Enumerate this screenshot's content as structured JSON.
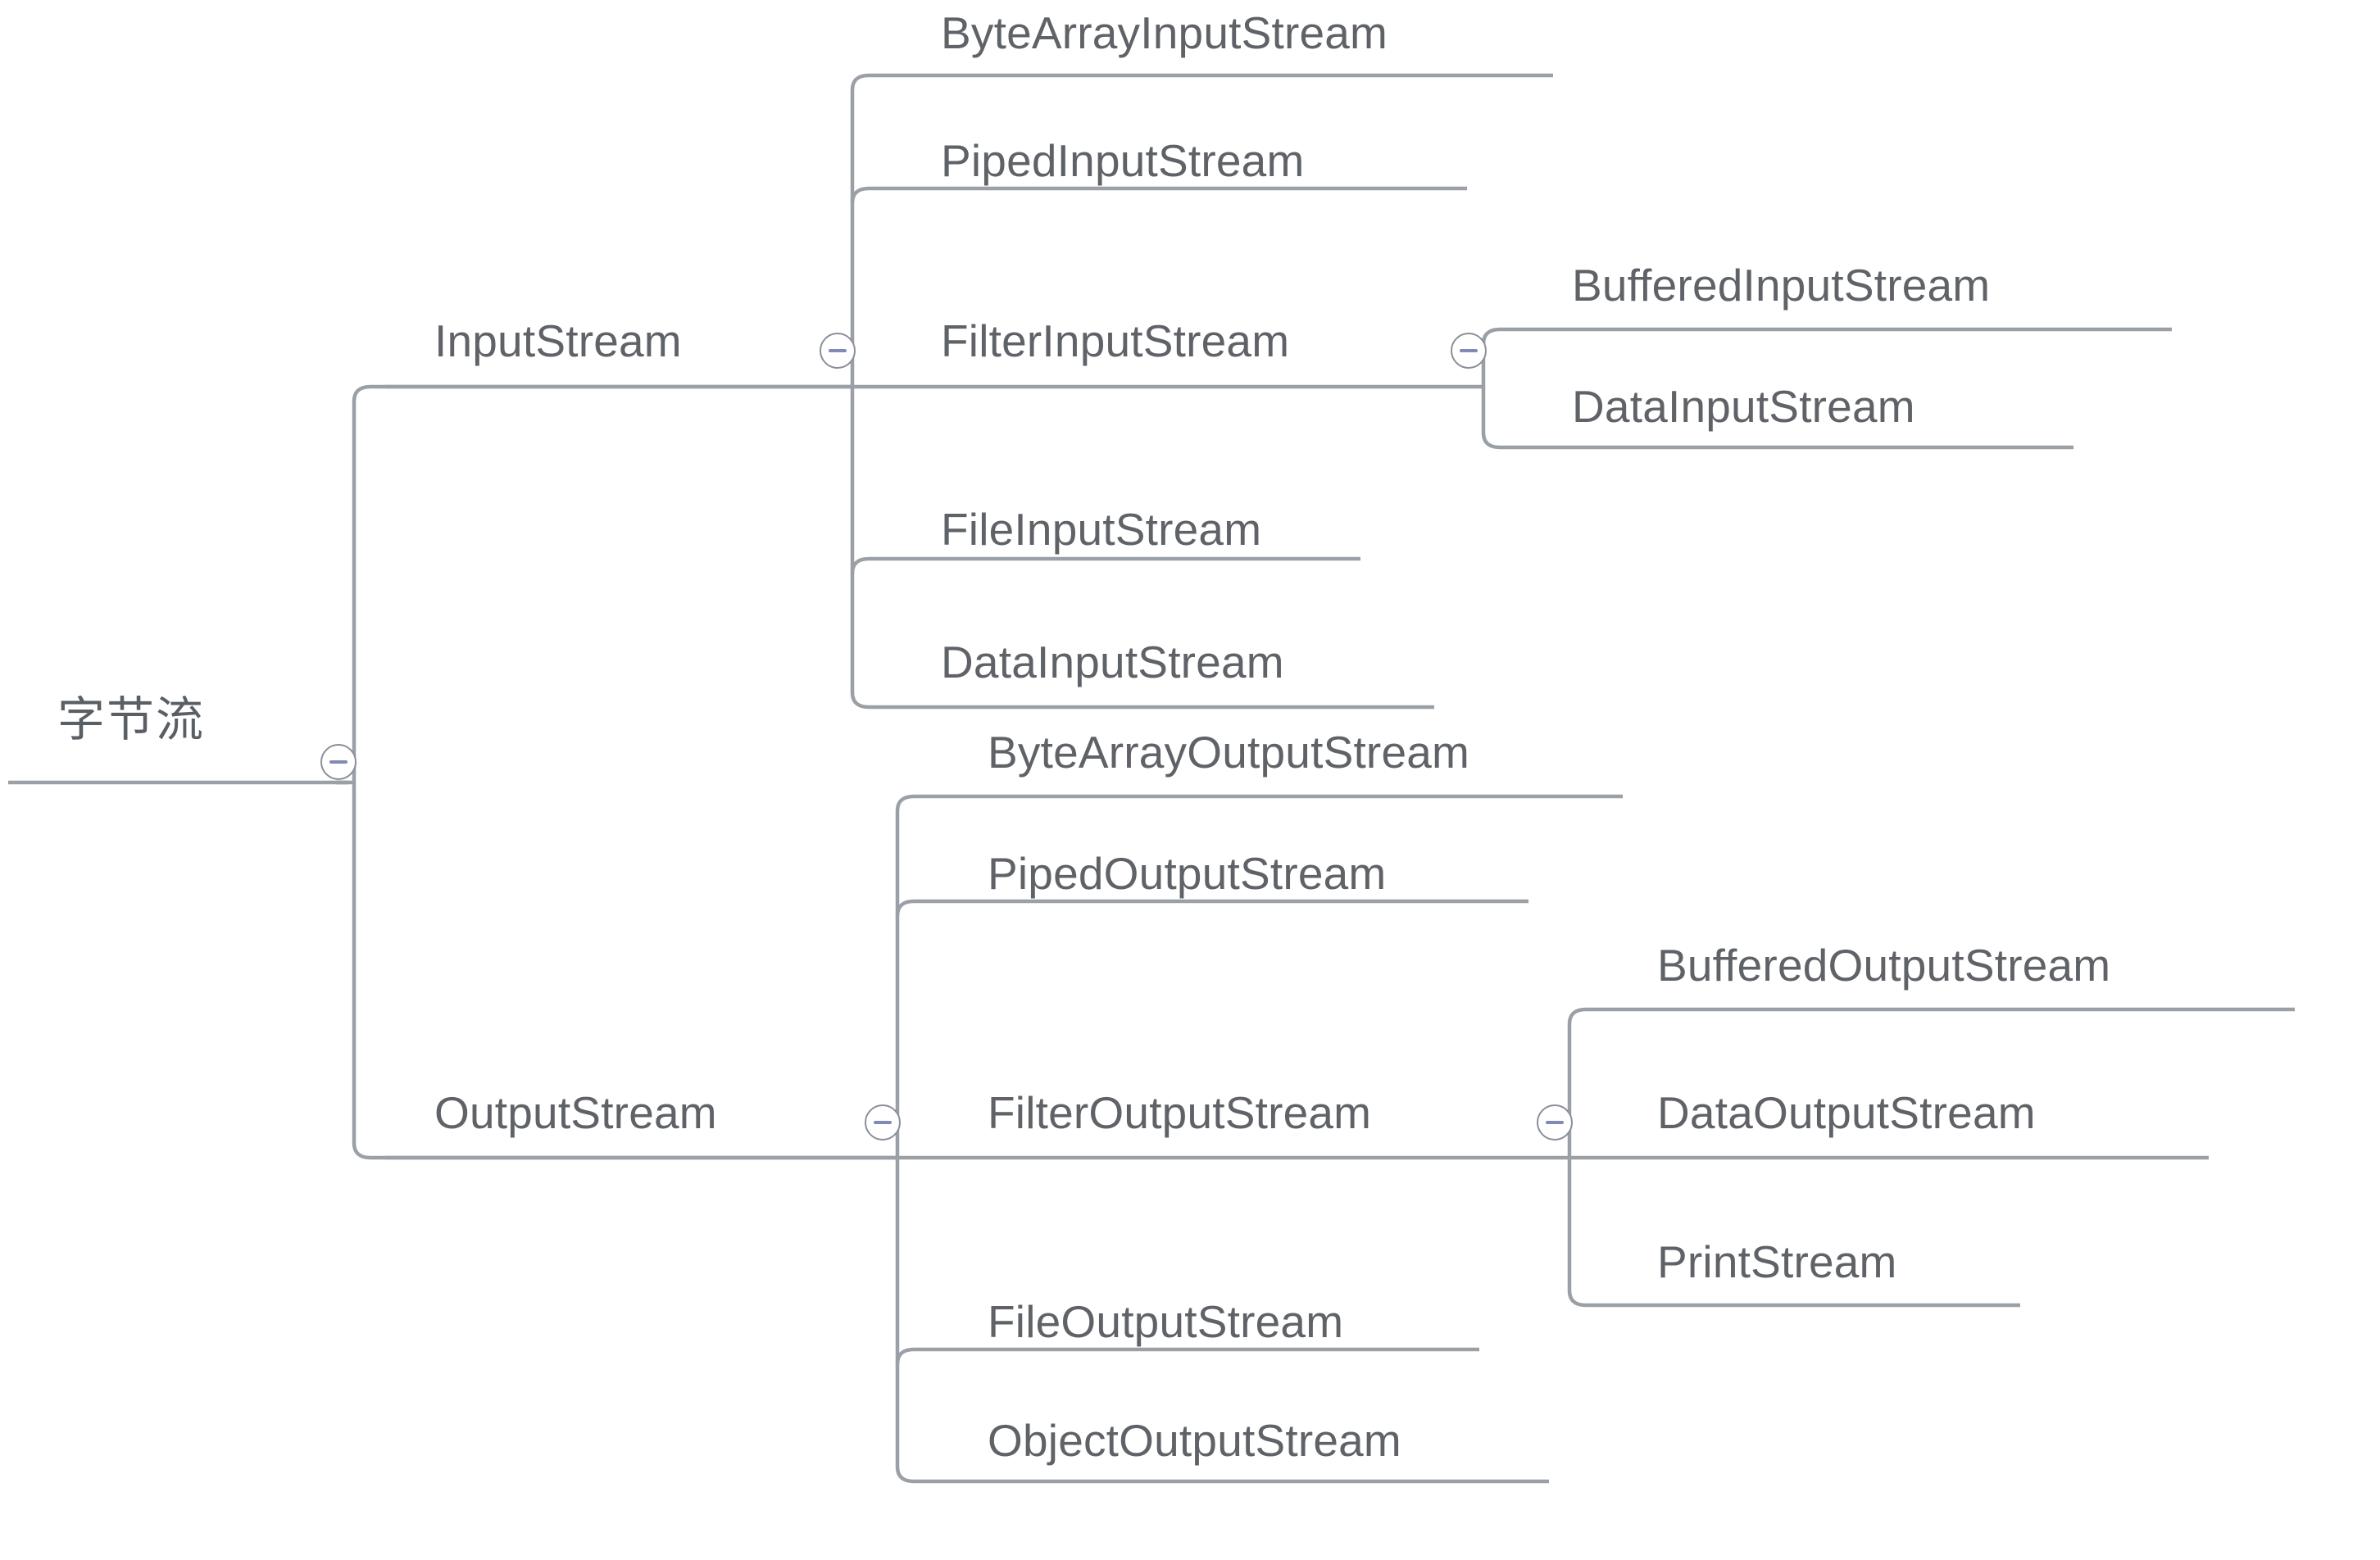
{
  "diagram": {
    "type": "mind-map",
    "title": "字节流",
    "orientation": "left-to-right",
    "colors": {
      "line": "#9aa0a6",
      "text": "#5f6368",
      "toggle_ring": "#8a8f98",
      "toggle_dash": "#7f8ab5",
      "background": "#ffffff"
    }
  },
  "nodes": {
    "root": {
      "label": "字节流",
      "toggle": "collapse-toggle-minus"
    },
    "input_stream": {
      "label": "InputStream",
      "toggle": "collapse-toggle-minus"
    },
    "output_stream": {
      "label": "OutputStream",
      "toggle": "collapse-toggle-minus"
    },
    "filter_input_stream": {
      "label": "FilterInputStream",
      "toggle": "collapse-toggle-minus"
    },
    "filter_output_stream": {
      "label": "FilterOutputStream",
      "toggle": "collapse-toggle-minus"
    },
    "byte_array_input_stream": {
      "label": "ByteArrayInputStream"
    },
    "piped_input_stream": {
      "label": "PipedInputStream"
    },
    "file_input_stream": {
      "label": "FileInputStream"
    },
    "data_input_stream": {
      "label": "DataInputStream"
    },
    "buffered_input_stream": {
      "label": "BufferedInputStream"
    },
    "data_input_stream_child": {
      "label": "DataInputStream"
    },
    "byte_array_output_stream": {
      "label": "ByteArrayOutputStream"
    },
    "piped_output_stream": {
      "label": "PipedOutputStream"
    },
    "file_output_stream": {
      "label": "FileOutputStream"
    },
    "object_output_stream": {
      "label": "ObjectOutputStream"
    },
    "buffered_output_stream": {
      "label": "BufferedOutputStream"
    },
    "data_output_stream": {
      "label": "DataOutputStream"
    },
    "print_stream": {
      "label": "PrintStream"
    }
  },
  "tree": {
    "label": "字节流",
    "children": [
      {
        "label": "InputStream",
        "children": [
          {
            "label": "ByteArrayInputStream"
          },
          {
            "label": "PipedInputStream"
          },
          {
            "label": "FilterInputStream",
            "children": [
              {
                "label": "BufferedInputStream"
              },
              {
                "label": "DataInputStream"
              }
            ]
          },
          {
            "label": "FileInputStream"
          },
          {
            "label": "DataInputStream"
          }
        ]
      },
      {
        "label": "OutputStream",
        "children": [
          {
            "label": "ByteArrayOutputStream"
          },
          {
            "label": "PipedOutputStream"
          },
          {
            "label": "FilterOutputStream",
            "children": [
              {
                "label": "BufferedOutputStream"
              },
              {
                "label": "DataOutputStream"
              },
              {
                "label": "PrintStream"
              }
            ]
          },
          {
            "label": "FileOutputStream"
          },
          {
            "label": "ObjectOutputStream"
          }
        ]
      }
    ]
  }
}
